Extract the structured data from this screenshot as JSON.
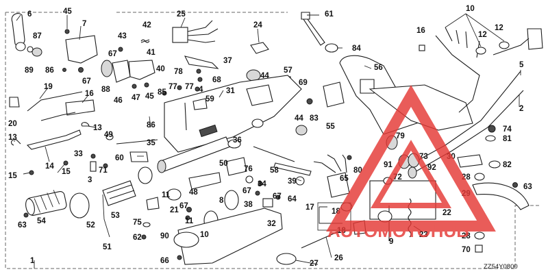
{
  "diagram": {
    "drawing_code": "ZZ54Y0800",
    "watermark": {
      "text": "AUTOMOTOHUB",
      "color": "#e53935"
    },
    "callouts": {
      "c1": "1",
      "c2": "2",
      "c3": "3",
      "c4": "4",
      "c5": "5",
      "c6": "6",
      "c7": "7",
      "c8": "8",
      "c9": "9",
      "c10": "10",
      "c11a": "11",
      "c11b": "11",
      "c12a": "12",
      "c12b": "12",
      "c13a": "13",
      "c13b": "13",
      "c14": "14",
      "c15a": "15",
      "c15b": "15",
      "c16a": "16",
      "c16b": "16",
      "c17": "17",
      "c18a": "18",
      "c18b": "18",
      "c19": "19",
      "c20": "20",
      "c21": "21",
      "c22": "22",
      "c23": "23",
      "c24": "24",
      "c25": "25",
      "c26": "26",
      "c27": "27",
      "c28a": "28",
      "c28b": "28",
      "c29": "29",
      "c30": "30",
      "c31": "31",
      "c32": "32",
      "c33": "33",
      "c34": "34",
      "c35": "35",
      "c36": "36",
      "c37": "37",
      "c38": "38",
      "c39": "39",
      "c40": "40",
      "c41": "41",
      "c42": "42",
      "c43": "43",
      "c44a": "44",
      "c44b": "44",
      "c45a": "45",
      "c45b": "45",
      "c46": "46",
      "c47": "47",
      "c48": "48",
      "c49": "49",
      "c50": "50",
      "c51": "51",
      "c52": "52",
      "c53": "53",
      "c54": "54",
      "c55": "55",
      "c56": "56",
      "c57": "57",
      "c58": "58",
      "c59": "59",
      "c60": "60",
      "c61": "61",
      "c62": "62",
      "c63a": "63",
      "c63b": "63",
      "c64": "64",
      "c65": "65",
      "c66": "66",
      "c67a": "67",
      "c67b": "67",
      "c67c": "67",
      "c67d": "67",
      "c67e": "67",
      "c68": "68",
      "c69": "69",
      "c70": "70",
      "c71": "71",
      "c72": "72",
      "c73": "73",
      "c74": "74",
      "c75": "75",
      "c76": "76",
      "c77a": "77",
      "c77b": "77",
      "c78": "78",
      "c79": "79",
      "c80": "80",
      "c81": "81",
      "c82": "82",
      "c83": "83",
      "c84": "84",
      "c85": "85",
      "c86a": "86",
      "c86b": "86",
      "c87": "87",
      "c88": "88",
      "c89": "89",
      "c90": "90",
      "c91": "91",
      "c92": "92"
    }
  }
}
